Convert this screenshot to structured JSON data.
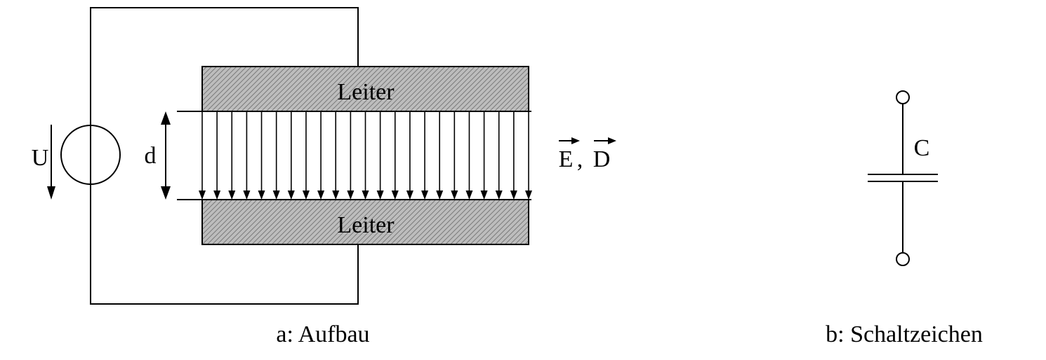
{
  "panel_a": {
    "caption": "a: Aufbau",
    "top_conductor_label": "Leiter",
    "bottom_conductor_label": "Leiter",
    "voltage_label": "U",
    "distance_label": "d",
    "field_label_e": "E",
    "field_separator": ",",
    "field_label_d": "D",
    "field_line_count": 23
  },
  "panel_b": {
    "caption": "b: Schaltzeichen",
    "capacitor_label": "C"
  },
  "colors": {
    "line": "#000000",
    "hatch_background": "#b8b8b8",
    "hatch_line": "#7a7a7a"
  }
}
